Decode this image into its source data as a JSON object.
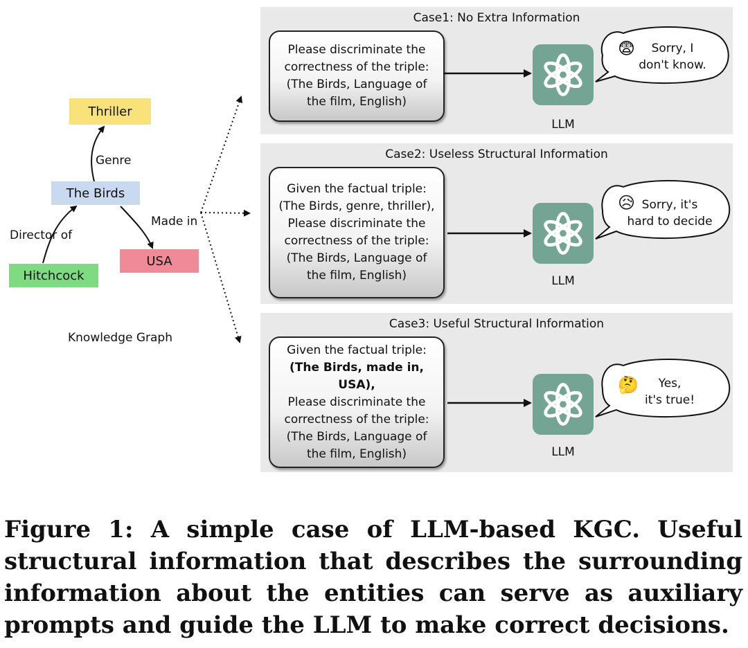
{
  "knowledge_graph": {
    "nodes": {
      "thriller": "Thriller",
      "the_birds": "The Birds",
      "usa": "USA",
      "hitchcock": "Hitchcock"
    },
    "edges": {
      "genre": "Genre",
      "director_of": "Director of",
      "made_in": "Made in"
    },
    "label": "Knowledge Graph",
    "colors": {
      "thriller": "#f9e27a",
      "the_birds": "#c9d9ef",
      "usa": "#f08a96",
      "hitchcock": "#7fdb81"
    }
  },
  "cases": [
    {
      "title": "Case1: No Extra Information",
      "prompt_lines": [
        "Please discriminate the",
        "correctness of the triple:",
        "(The Birds, Language of",
        "the film, English)"
      ],
      "llm_label": "LLM",
      "response_emoji": "😨",
      "response_lines": [
        "Sorry, I",
        "don't know."
      ]
    },
    {
      "title": "Case2: Useless Structural Information",
      "prompt_lines": [
        "Given the factual triple:",
        "(The Birds, genre, thriller),",
        "Please discriminate the",
        "correctness of the triple:",
        "(The Birds, Language of",
        "the film, English)"
      ],
      "llm_label": "LLM",
      "response_emoji": "😥",
      "response_lines": [
        "Sorry, it's",
        "hard to decide"
      ]
    },
    {
      "title": "Case3: Useful Structural Information",
      "prompt_lines": [
        "Given the factual triple:",
        "(The Birds, made in, USA),",
        "Please discriminate the",
        "correctness of the triple:",
        "(The Birds, Language of",
        "the film, English)"
      ],
      "llm_label": "LLM",
      "response_emoji": "🤔",
      "response_lines": [
        "Yes,",
        "it's true!"
      ]
    }
  ],
  "caption": "Figure 1: A simple case of LLM-based KGC. Useful structural information that describes the surrounding information about the entities can serve as auxiliary prompts and guide the LLM to make correct decisions."
}
